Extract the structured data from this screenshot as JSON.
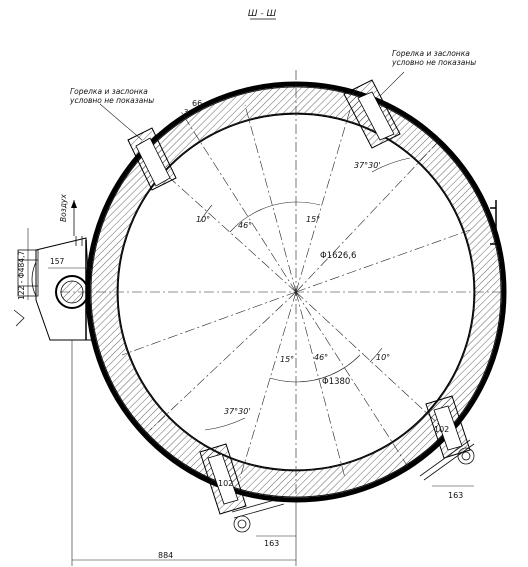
{
  "section_title": "Ш - Ш",
  "labels": {
    "burner_note_left_1": "Горелка и заслонка",
    "burner_note_left_2": "условно не показаны",
    "burner_note_right_1": "Горелка и заслонка",
    "burner_note_right_2": "условно не показаны",
    "air": "Воздух",
    "dim_66": "66",
    "dim_3": "3",
    "angle_37_30_top": "37°30'",
    "angle_37_30_bottom": "37°30'",
    "angle_10_top": "10°",
    "angle_10_bottom": "10°",
    "angle_46_top": "46°",
    "angle_46_bottom": "46°",
    "angle_15_top": "15°",
    "angle_15_bottom": "15°",
    "diam_outer": "Φ1626,6",
    "diam_inner": "Φ1380",
    "dim_157": "157",
    "dim_122_484": "122 - Φ484,7",
    "dim_102_left": "102",
    "dim_102_right": "102",
    "dim_163_left": "163",
    "dim_163_right": "163",
    "dim_884": "884"
  }
}
